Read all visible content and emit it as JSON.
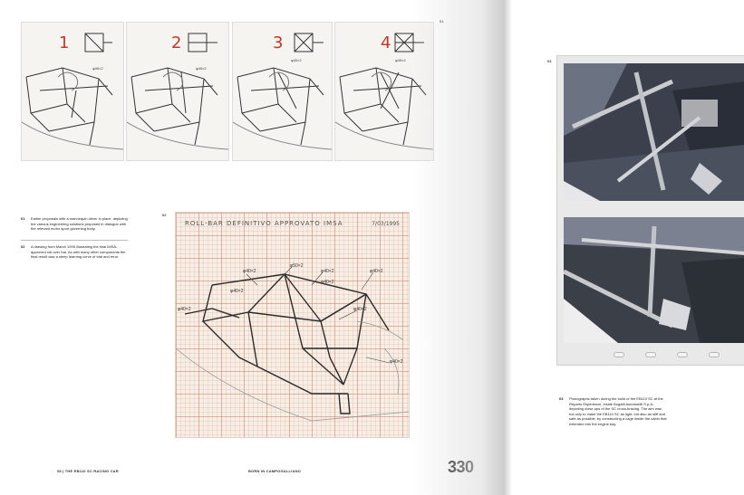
{
  "sketches": [
    {
      "number": "1",
      "annotation": "φ40×2"
    },
    {
      "number": "2",
      "annotation": "φ40×2"
    },
    {
      "number": "3",
      "annotation": "φ40×2"
    },
    {
      "number": "4",
      "annotation": "φ40×2"
    }
  ],
  "figure_labels": {
    "sketch_series": "01",
    "drawing": "02",
    "photos": "03"
  },
  "drawing": {
    "title": "ROLL-BAR  DEFINITIVO  APPROVATO IMSA",
    "date": "7/03/1995",
    "annotations": [
      "φ40×2",
      "φ50×2",
      "φ40×2",
      "φ40×2",
      "φ40×2",
      "φ40×2",
      "φ40×2",
      "φ40×2",
      "φ40×2"
    ]
  },
  "captions": {
    "c1": {
      "num": "01",
      "text": "Earlier proposals with a mannequin driver in place, depicting the various engineering solutions proposed in dialogue with the relevant motor sport governing body."
    },
    "c2": {
      "num": "02",
      "text": "A drawing from March 1995 illustrating the final IMSA-approved roll-over bar. As with many other components the final result was a steep learning curve of trial and error."
    },
    "c3": {
      "num": "03",
      "text": "Photographs taken during the build of the EB110 SC at the Reparto Esperienze, inside Bugatti Automobili S.p.A., depicting close-ups of the SC cross-bracing. The aim was not only to make the EB110 SC as light, but also as stiff and safe as possible, by constructing a cage inside the cabin that extended into the engine bay."
    }
  },
  "footer": {
    "left": "08 | THE EB110 SC RACING CAR",
    "center": "BORN IN CAMPOGALLIANO",
    "page_number": "330"
  }
}
